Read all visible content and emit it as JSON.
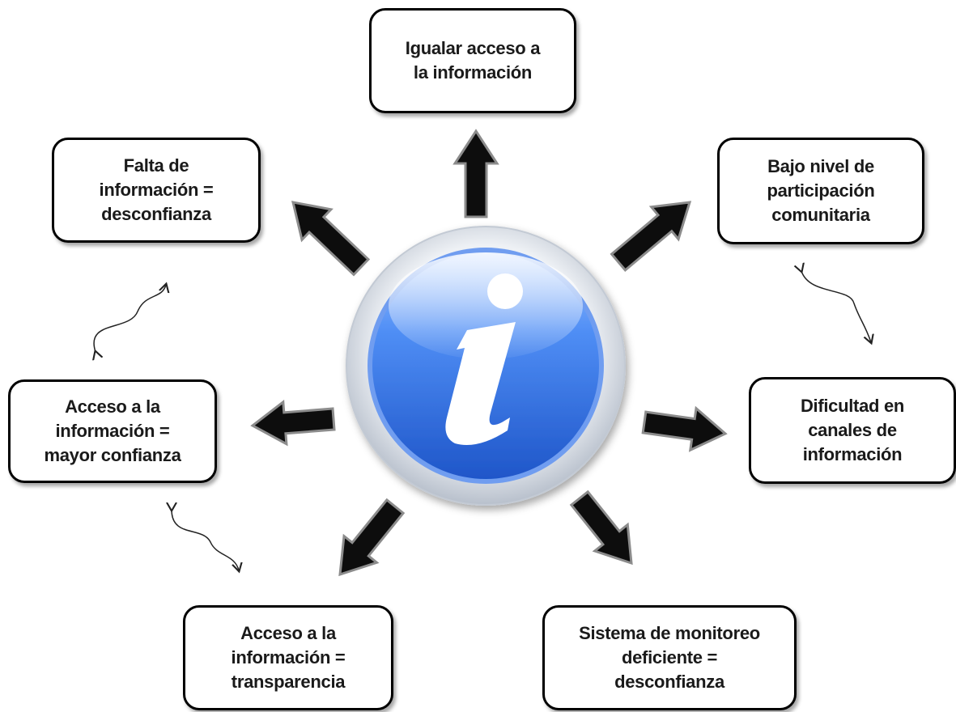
{
  "center": {
    "icon": "info-icon",
    "colors": {
      "blue": "#2f6fe0",
      "ring": "#cfd6df"
    }
  },
  "nodes": {
    "top": "Igualar acceso a\nla información",
    "top_left": "Falta de\ninformación =\ndesconfianza",
    "top_right": "Bajo nivel de\nparticipación\ncomunitaria",
    "middle_left": "Acceso a la\ninformación =\nmayor confianza",
    "middle_right": "Dificultad en\ncanales de\ninformación",
    "bottom_left": "Acceso a la\ninformación =\ntransparencia",
    "bottom_right": "Sistema de monitoreo\ndeficiente =\ndesconfianza"
  }
}
